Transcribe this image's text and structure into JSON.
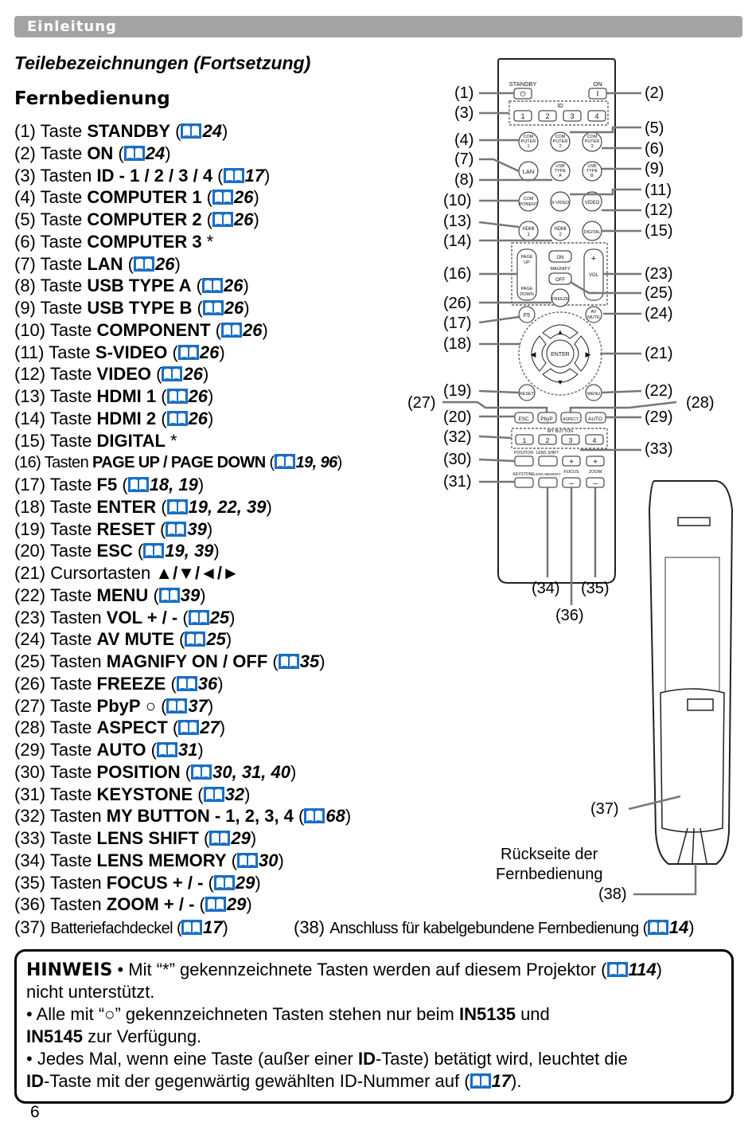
{
  "header": {
    "section_label": "Einleitung"
  },
  "subtitle": "Teilebezeichnungen (Fortsetzung)",
  "section_title": "Fernbedienung",
  "items": [
    {
      "pre": "(1) Taste ",
      "bold": "STANDBY",
      "post": " (",
      "ref": "24",
      "end": ")"
    },
    {
      "pre": "(2) Taste ",
      "bold": "ON",
      "post": " (",
      "ref": "24",
      "end": ")"
    },
    {
      "pre": "(3) Tasten ",
      "bold": "ID - 1 / 2 / 3 / 4",
      "post": " (",
      "ref": "17",
      "end": ")"
    },
    {
      "pre": "(4) Taste ",
      "bold": "COMPUTER 1",
      "post": " (",
      "ref": "26",
      "end": ")"
    },
    {
      "pre": "(5) Taste ",
      "bold": "COMPUTER 2",
      "post": " (",
      "ref": "26",
      "end": ")"
    },
    {
      "pre": "(6) Taste ",
      "bold": "COMPUTER 3",
      "post": " *",
      "ref": "",
      "end": ""
    },
    {
      "pre": "(7) Taste ",
      "bold": "LAN",
      "post": " (",
      "ref": "26",
      "end": ")"
    },
    {
      "pre": "(8) Taste ",
      "bold": "USB TYPE A",
      "post": " (",
      "ref": "26",
      "end": ")"
    },
    {
      "pre": "(9) Taste ",
      "bold": "USB TYPE B",
      "post": " (",
      "ref": "26",
      "end": ")"
    },
    {
      "pre": "(10) Taste ",
      "bold": "COMPONENT",
      "post": " (",
      "ref": "26",
      "end": ")"
    },
    {
      "pre": "(11) Taste ",
      "bold": "S-VIDEO",
      "post": " (",
      "ref": "26",
      "end": ")"
    },
    {
      "pre": "(12) Taste ",
      "bold": "VIDEO",
      "post": " (",
      "ref": "26",
      "end": ")"
    },
    {
      "pre": "(13) Taste ",
      "bold": "HDMI 1",
      "post": " (",
      "ref": "26",
      "end": ")"
    },
    {
      "pre": "(14) Taste ",
      "bold": "HDMI 2",
      "post": " (",
      "ref": "26",
      "end": ")"
    },
    {
      "pre": "(15) Taste ",
      "bold": "DIGITAL",
      "post": " *",
      "ref": "",
      "end": ""
    },
    {
      "pre": "(16) Tasten ",
      "bold": "PAGE UP / PAGE DOWN",
      "post": " (",
      "ref": "19, 96",
      "end": ")",
      "narrow": true
    },
    {
      "pre": "(17) Taste ",
      "bold": "F5",
      "post": " (",
      "ref": "18, 19",
      "end": ")"
    },
    {
      "pre": "(18) Taste ",
      "bold": "ENTER",
      "post": " (",
      "ref": "19, 22, 39",
      "end": ")"
    },
    {
      "pre": "(19) Taste ",
      "bold": "RESET",
      "post": " (",
      "ref": "39",
      "end": ")"
    },
    {
      "pre": "(20) Taste ",
      "bold": "ESC",
      "post": " (",
      "ref": "19, 39",
      "end": ")"
    },
    {
      "pre": "(21) Cursortasten ",
      "bold": "▲/▼/◄/►",
      "post": "",
      "ref": "",
      "end": ""
    },
    {
      "pre": "(22) Taste ",
      "bold": "MENU",
      "post": " (",
      "ref": "39",
      "end": ")"
    },
    {
      "pre": "(23) Tasten ",
      "bold": "VOL + / -",
      "post": " (",
      "ref": "25",
      "end": ")"
    },
    {
      "pre": "(24) Taste ",
      "bold": "AV MUTE",
      "post": " (",
      "ref": "25",
      "end": ")"
    },
    {
      "pre": "(25) Tasten ",
      "bold": "MAGNIFY ON / OFF",
      "post": " (",
      "ref": "35",
      "end": ")"
    },
    {
      "pre": "(26) Taste ",
      "bold": "FREEZE",
      "post": " (",
      "ref": "36",
      "end": ")"
    },
    {
      "pre": "(27) Taste ",
      "bold": "PbyP",
      "post": " ○ (",
      "ref": "37",
      "end": ")"
    },
    {
      "pre": "(28) Taste ",
      "bold": "ASPECT",
      "post": " (",
      "ref": "27",
      "end": ")"
    },
    {
      "pre": "(29) Taste ",
      "bold": "AUTO",
      "post": " (",
      "ref": "31",
      "end": ")"
    },
    {
      "pre": "(30) Taste ",
      "bold": "POSITION",
      "post": " (",
      "ref": "30, 31, 40",
      "end": ")"
    },
    {
      "pre": "(31) Taste ",
      "bold": "KEYSTONE",
      "post": " (",
      "ref": "32",
      "end": ")"
    },
    {
      "pre": "(32) Tasten ",
      "bold": "MY BUTTON - 1, 2, 3, 4",
      "post": " (",
      "ref": "68",
      "end": ")"
    },
    {
      "pre": "(33) Taste ",
      "bold": "LENS SHIFT",
      "post": " (",
      "ref": "29",
      "end": ")"
    },
    {
      "pre": "(34) Taste ",
      "bold": "LENS MEMORY",
      "post": " (",
      "ref": "30",
      "end": ")"
    },
    {
      "pre": "(35) Tasten ",
      "bold": "FOCUS + / -",
      "post": " (",
      "ref": "29",
      "end": ")"
    },
    {
      "pre": "(36) Tasten ",
      "bold": "ZOOM + / -",
      "post": " (",
      "ref": "29",
      "end": ")"
    }
  ],
  "item37": {
    "pre": "(37) ",
    "text": "Batteriefachdeckel (",
    "ref": "17",
    "end": ")"
  },
  "item38": {
    "pre": "(38) ",
    "text": "Anschluss für kabelgebundene Fernbedienung (",
    "ref": "14",
    "end": ")"
  },
  "remote": {
    "labels": {
      "standby": "STANDBY",
      "on": "ON",
      "id": "ID",
      "id1": "1",
      "id2": "2",
      "id3": "3",
      "id4": "4",
      "com1a": "COM",
      "com1b": "PUTER",
      "com1c": "1",
      "com2a": "COM",
      "com2b": "PUTER",
      "com2c": "2",
      "com3a": "COM",
      "com3b": "PUTER",
      "com3c": "3",
      "lan": "LAN",
      "usbA1": "USB",
      "usbA2": "TYPE",
      "usbA3": "A",
      "usbB1": "USB",
      "usbB2": "TYPE",
      "usbB3": "B",
      "comp1": "COM",
      "comp2": "PONENT",
      "svideo": "S-VIDEO",
      "video": "VIDEO",
      "hdmi1a": "HDMI",
      "hdmi1b": "1",
      "hdmi2a": "HDMI",
      "hdmi2b": "2",
      "digital": "DIGITAL",
      "pageup1": "PAGE",
      "pageup2": "UP",
      "pagedown1": "PAGE",
      "pagedown2": "DOWN",
      "mon": "ON",
      "magnify": "MAGNIFY",
      "moff": "OFF",
      "volplus": "+",
      "vol": "VOL",
      "volminus": "–",
      "freeze": "FREEZE",
      "f5": "F5",
      "avmute1": "AV",
      "avmute2": "MUTE",
      "enter": "ENTER",
      "reset": "RESET",
      "menu": "MENU",
      "esc": "ESC",
      "pbyp": "PbyP",
      "aspect": "ASPECT",
      "auto": "AUTO",
      "mybutton": "MY BUTTON",
      "mb1": "1",
      "mb2": "2",
      "mb3": "3",
      "mb4": "4",
      "position": "POSITION",
      "lensshift": "LENS SHIFT",
      "fplus": "+",
      "zplus": "+",
      "keystone": "KEYSTONE",
      "lensmemory": "LENS MEMORY",
      "focus": "FOCUS",
      "zoom": "ZOOM",
      "fminus": "–",
      "zminus": "–"
    },
    "callouts": [
      "(1)",
      "(2)",
      "(3)",
      "(4)",
      "(5)",
      "(6)",
      "(7)",
      "(8)",
      "(9)",
      "(10)",
      "(11)",
      "(12)",
      "(13)",
      "(14)",
      "(15)",
      "(16)",
      "(17)",
      "(18)",
      "(19)",
      "(20)",
      "(21)",
      "(22)",
      "(23)",
      "(24)",
      "(25)",
      "(26)",
      "(27)",
      "(28)",
      "(29)",
      "(30)",
      "(31)",
      "(32)",
      "(33)",
      "(34)",
      "(35)",
      "(36)",
      "(37)",
      "(38)"
    ],
    "back_caption_1": "Rückseite der",
    "back_caption_2": "Fernbedienung"
  },
  "note": {
    "title": "HINWEIS",
    "l1a": " • Mit “*” gekennzeichnete Tasten werden auf diesem Projektor (",
    "l1ref": "114",
    "l1b": ")",
    "l2": "nicht unterstützt.",
    "l3a": "• Alle mit “○” gekennzeichneten Tasten stehen nur beim ",
    "l3b": "IN5135",
    "l3c": " und",
    "l4a": "IN5145",
    "l4b": " zur Verfügung.",
    "l5a": "• Jedes Mal, wenn eine Taste (außer einer ",
    "l5b": "ID",
    "l5c": "-Taste) betätigt wird, leuchtet die",
    "l6a": "ID",
    "l6b": "-Taste mit der gegenwärtig gewählten ID-Nummer auf (",
    "l6ref": "17",
    "l6c": ")."
  },
  "page_number": "6",
  "colors": {
    "header_bar": "#a3a3a3",
    "ref_icon": "#1a6fc4"
  }
}
